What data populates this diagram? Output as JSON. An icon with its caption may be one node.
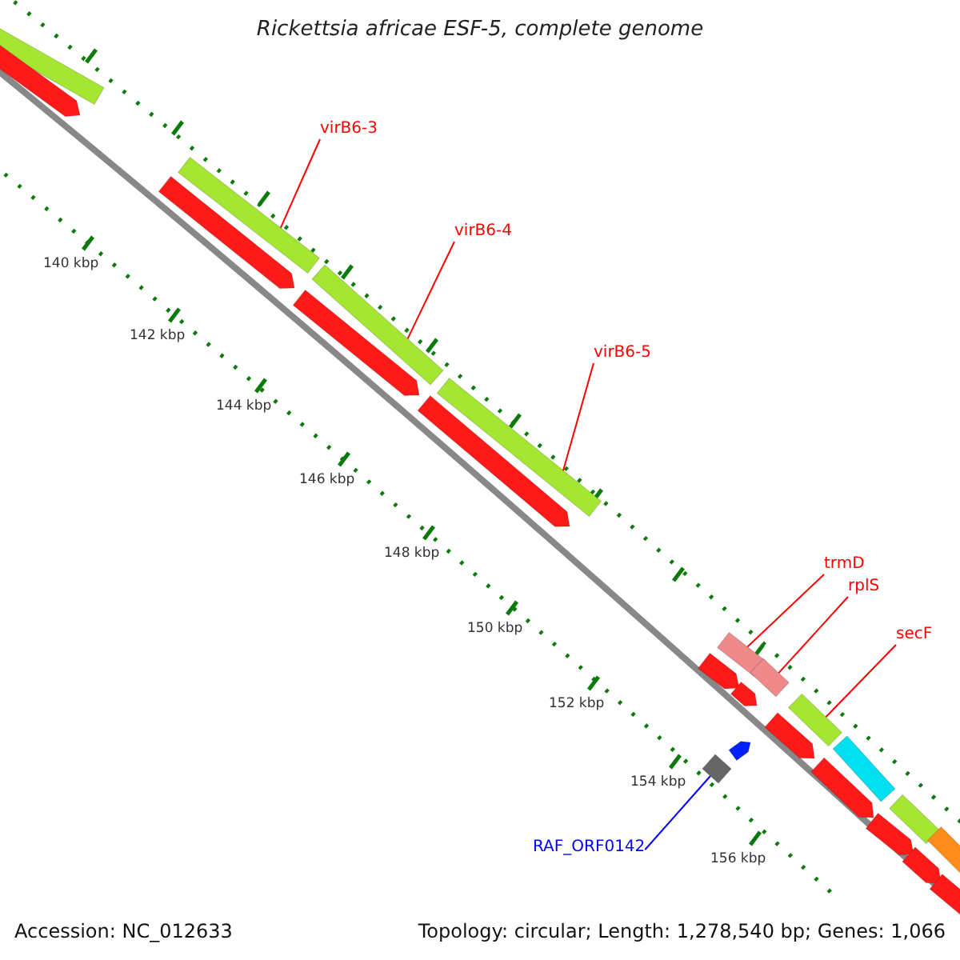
{
  "diagram": {
    "title": "Rickettsia africae ESF-5, complete genome",
    "nodes": [
      {
        "text": [
          "virB6-3"
        ]
      },
      {
        "text": [
          "virB6-4"
        ]
      },
      {
        "text": [
          "virB6-5"
        ]
      },
      {
        "text": [
          "trmD"
        ]
      },
      {
        "text": [
          "rplS"
        ]
      },
      {
        "text": [
          "secF"
        ]
      },
      {
        "text": [
          "RAF_ORF0142"
        ]
      },
      {
        "text": [],
        "shape": "bar"
      },
      {
        "text": [],
        "shape": "pentagon"
      },
      {
        "text": [],
        "shape": "pentagon"
      },
      {
        "text": [],
        "shape": "bar"
      },
      {
        "text": [],
        "shape": "pentagon"
      },
      {
        "text": [],
        "shape": "bar"
      },
      {
        "text": [],
        "shape": "pentagon"
      },
      {
        "text": [],
        "shape": "bar"
      },
      {
        "text": [],
        "shape": "pentagon"
      },
      {
        "text": [],
        "shape": "diamond"
      },
      {
        "text": [],
        "shape": "bar"
      },
      {
        "text": [],
        "shape": "pentagon"
      },
      {
        "text": [],
        "shape": "pentagon"
      },
      {
        "text": [],
        "shape": "bar"
      },
      {
        "text": [],
        "shape": "pentagon"
      },
      {
        "text": [],
        "shape": "bar"
      },
      {
        "text": [],
        "shape": "pentagon"
      },
      {
        "text": [],
        "shape": "bar"
      },
      {
        "text": [],
        "shape": "pentagon"
      },
      {
        "text": [],
        "shape": "bar"
      },
      {
        "text": [],
        "shape": "pentagon"
      },
      {
        "text": [],
        "shape": "bar"
      },
      {
        "text": [],
        "shape": "pentagon"
      }
    ],
    "edges": [
      {
        "from": 0,
        "to": 10,
        "arrow": "none"
      },
      {
        "from": 1,
        "to": 12,
        "arrow": "none"
      },
      {
        "from": 2,
        "to": 14,
        "arrow": "none"
      },
      {
        "from": 3,
        "to": 17,
        "arrow": "none"
      },
      {
        "from": 4,
        "to": 20,
        "arrow": "none"
      },
      {
        "from": 5,
        "to": 22,
        "arrow": "none"
      },
      {
        "from": 6,
        "to": 16,
        "arrow": "none",
        "color": "#0000ff"
      }
    ],
    "labels": [
      "140 kbp",
      "142 kbp",
      "144 kbp",
      "146 kbp",
      "148 kbp",
      "150 kbp",
      "152 kbp",
      "154 kbp",
      "156 kbp",
      "Accession: NC_012633",
      "Topology: circular; Length: 1,278,540 bp; Genes: 1,066"
    ]
  }
}
